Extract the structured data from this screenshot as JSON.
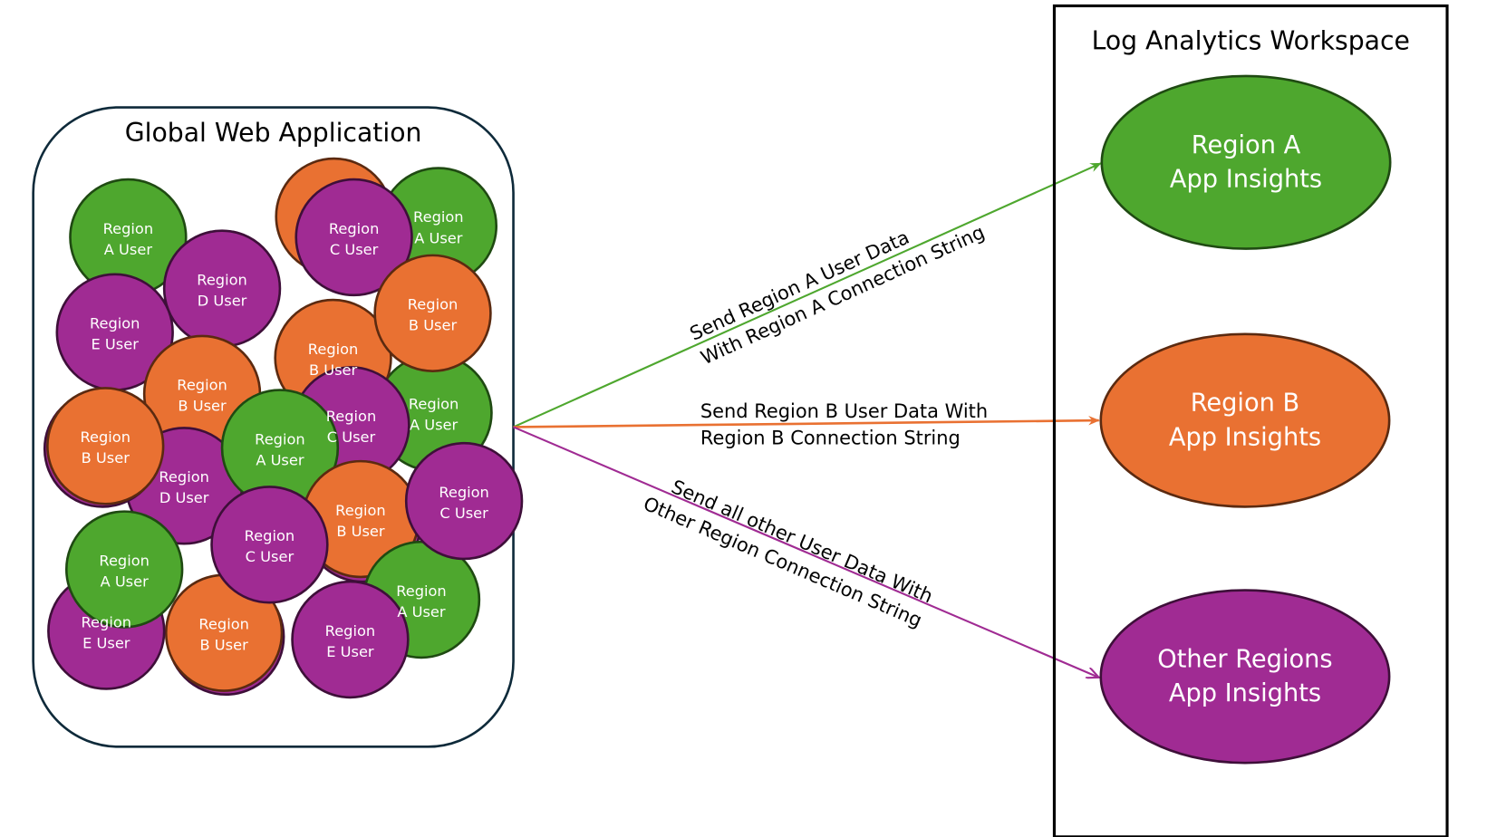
{
  "colors": {
    "region_a": "#4ea72e",
    "region_b": "#e97132",
    "other": "#a02b93",
    "region_a_stroke": "#1f4a12",
    "region_b_stroke": "#5b2a10",
    "other_stroke": "#3e0f39",
    "app_box_stroke": "#0e2a3a"
  },
  "app": {
    "title": "Global Web Application",
    "users": [
      {
        "color": "region_a",
        "line1": "Region",
        "line2": "A User"
      },
      {
        "color": "other",
        "line1": "Region",
        "line2": "D User"
      },
      {
        "color": "other",
        "line1": "Region",
        "line2": "E User"
      },
      {
        "color": "region_b",
        "line1": "",
        "line2": ""
      },
      {
        "color": "region_a",
        "line1": "Region",
        "line2": "A User"
      },
      {
        "color": "other",
        "line1": "Region",
        "line2": "C User"
      },
      {
        "color": "region_b",
        "line1": "Region",
        "line2": "B User"
      },
      {
        "color": "region_a",
        "line1": "Region",
        "line2": "A User"
      },
      {
        "color": "region_b",
        "line1": "Region",
        "line2": "B User"
      },
      {
        "color": "region_b",
        "line1": "Region",
        "line2": "B User"
      },
      {
        "color": "other",
        "line1": "Region",
        "line2": "C User"
      },
      {
        "color": "other",
        "line1": "Region",
        "line2": "D User"
      },
      {
        "color": "other",
        "line1": "",
        "line2": ""
      },
      {
        "color": "region_b",
        "line1": "Region",
        "line2": "B User"
      },
      {
        "color": "region_a",
        "line1": "Region",
        "line2": "A User"
      },
      {
        "color": "other",
        "line1": "",
        "line2": ""
      },
      {
        "color": "region_b",
        "line1": "Region",
        "line2": "B User"
      },
      {
        "color": "region_a",
        "line1": "Region",
        "line2": "A User"
      },
      {
        "color": "other",
        "line1": "Region",
        "line2": "C User"
      },
      {
        "color": "other",
        "line1": "",
        "line2": ""
      },
      {
        "color": "region_b",
        "line1": "Region",
        "line2": "B User"
      },
      {
        "color": "other",
        "line1": "Region",
        "line2": "C User"
      },
      {
        "color": "other",
        "line1": "Region",
        "line2": "E User"
      },
      {
        "color": "region_a",
        "line1": "Region",
        "line2": "A User"
      },
      {
        "color": "other",
        "line1": "Region",
        "line2": "E User"
      }
    ]
  },
  "arrows": {
    "region_a": {
      "line1": "Send Region A User Data",
      "line2": "With Region A Connection String"
    },
    "region_b": {
      "line1": "Send Region B User Data With",
      "line2": "Region B Connection String"
    },
    "other": {
      "line1": "Send all other User Data With",
      "line2": "Other Region Connection String"
    }
  },
  "workspace": {
    "title": "Log Analytics Workspace",
    "insights": [
      {
        "color": "region_a",
        "line1": "Region A",
        "line2": "App Insights"
      },
      {
        "color": "region_b",
        "line1": "Region B",
        "line2": "App Insights"
      },
      {
        "color": "other",
        "line1": "Other Regions",
        "line2": "App Insights"
      }
    ]
  }
}
